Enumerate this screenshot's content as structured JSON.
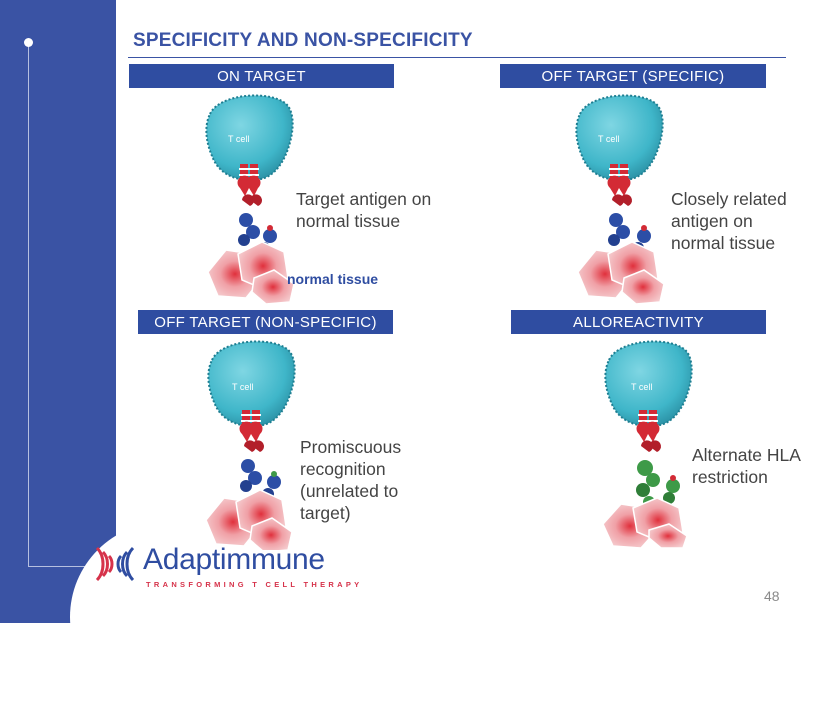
{
  "slide": {
    "title": "SPECIFICITY AND NON-SPECIFICITY",
    "page_number": "48"
  },
  "panels": {
    "on_target": {
      "header": "ON TARGET",
      "cell_label": "T cell",
      "caption_lines": [
        "Target antigen on",
        "normal tissue"
      ],
      "tissue_label": "normal tissue"
    },
    "off_target_specific": {
      "header": "OFF TARGET (SPECIFIC)",
      "cell_label": "T cell",
      "caption_lines": [
        "Closely related",
        "antigen on",
        "normal tissue"
      ]
    },
    "off_target_non_specific": {
      "header": "OFF TARGET (NON-SPECIFIC)",
      "cell_label": "T cell",
      "caption_lines": [
        "Promiscuous",
        "recognition",
        "(unrelated to",
        "target)"
      ]
    },
    "alloreactivity": {
      "header": "ALLOREACTIVITY",
      "cell_label": "T cell",
      "caption_lines": [
        "Alternate HLA",
        "restriction"
      ]
    }
  },
  "logo": {
    "brand": "Adaptimmune",
    "tagline": "TRANSFORMING T CELL THERAPY"
  },
  "colors": {
    "brand_blue": "#2f4da1",
    "sidebar": "#3a53a4",
    "tcell": "#3fb6c9",
    "receptor_red": "#d32a35",
    "hla_blue": "#2c4ea6",
    "alt_hla_green": "#3e9a48",
    "tissue": "#f0a3a8"
  }
}
